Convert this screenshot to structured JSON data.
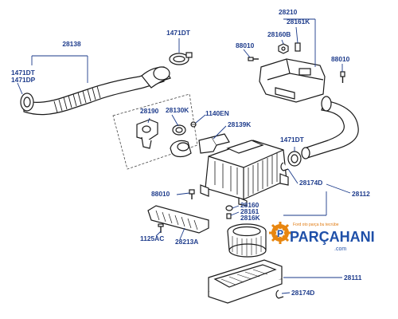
{
  "labels": {
    "p28138": "28138",
    "p1471dt_top": "1471DT",
    "p1471dt_left": "1471DT",
    "p1471dp": "1471DP",
    "p28210": "28210",
    "p28161k_top": "28161K",
    "p28160b": "28160B",
    "p88010_top": "88010",
    "p88010_right": "88010",
    "p28190": "28190",
    "p28130k": "28130K",
    "p1140en": "1140EN",
    "p28139k": "28139K",
    "p1471dt_mid": "1471DT",
    "p88010_mid": "88010",
    "p28174d_mid": "28174D",
    "p28112": "28112",
    "p28160": "28160",
    "p28161": "28161",
    "p2816k": "2816K",
    "p1125ac": "1125AC",
    "p28213a": "28213A",
    "p28111": "28111",
    "p28174d_bot": "28174D"
  },
  "watermark": {
    "brand": "PARÇAHANI",
    "domain": ".com",
    "tagline": "Ford oto parça bu tecrübe"
  }
}
